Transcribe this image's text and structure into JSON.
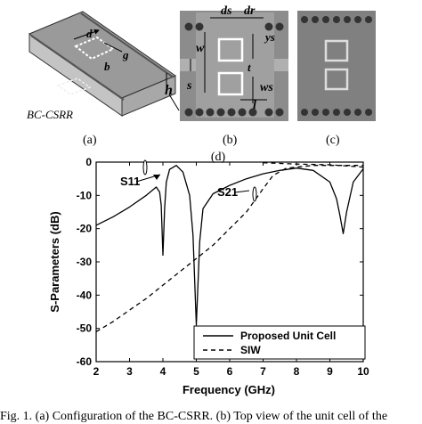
{
  "figure": {
    "panel_a_label": "BC-CSRR",
    "dims_a": {
      "d": "d",
      "g": "g",
      "b": "b",
      "h": "h"
    },
    "dims_b": {
      "ds": "ds",
      "dr": "dr",
      "w": "w",
      "ys": "ys",
      "s": "s",
      "t": "t",
      "ws": "ws",
      "l": "l"
    },
    "subcaptions": [
      "(a)",
      "(b)",
      "(c)",
      "(d)"
    ],
    "caption": "Fig. 1. (a) Configuration of the BC-CSRR. (b) Top view of the unit cell of the"
  },
  "chart_data": {
    "type": "line",
    "xlabel": "Frequency (GHz)",
    "ylabel": "S-Parameters (dB)",
    "xlim": [
      2,
      10
    ],
    "ylim": [
      -60,
      0
    ],
    "xticks": [
      "2",
      "3",
      "4",
      "5",
      "6",
      "7",
      "8",
      "9",
      "10"
    ],
    "yticks": [
      "0",
      "-10",
      "-20",
      "-30",
      "-40",
      "-50",
      "-60"
    ],
    "grid": false,
    "legend_position": "bottom-right",
    "annotations": [
      "S11",
      "S21"
    ],
    "series": [
      {
        "name": "Proposed Unit Cell",
        "style": "solid",
        "points": [
          [
            2,
            -19
          ],
          [
            2.5,
            -16.5
          ],
          [
            3,
            -13.5
          ],
          [
            3.5,
            -10
          ],
          [
            3.8,
            -7.5
          ],
          [
            3.9,
            -9
          ],
          [
            3.95,
            -13
          ],
          [
            4.0,
            -28
          ],
          [
            4.05,
            -14
          ],
          [
            4.1,
            -6
          ],
          [
            4.2,
            -2.2
          ],
          [
            4.4,
            -1
          ],
          [
            4.6,
            -3
          ],
          [
            4.8,
            -10
          ],
          [
            4.9,
            -22
          ],
          [
            5.0,
            -49
          ],
          [
            5.1,
            -24
          ],
          [
            5.2,
            -14
          ],
          [
            5.5,
            -9.5
          ],
          [
            6,
            -7
          ],
          [
            6.5,
            -5
          ],
          [
            7,
            -3.5
          ],
          [
            7.5,
            -2.5
          ],
          [
            8,
            -1.8
          ],
          [
            8.5,
            -2.5
          ],
          [
            9,
            -6
          ],
          [
            9.2,
            -11
          ],
          [
            9.3,
            -16
          ],
          [
            9.4,
            -21.5
          ],
          [
            9.5,
            -15
          ],
          [
            9.7,
            -6
          ],
          [
            10,
            -2
          ]
        ]
      },
      {
        "name": "SIW",
        "style": "dashed",
        "points": [
          [
            2,
            -51
          ],
          [
            2.5,
            -48
          ],
          [
            3,
            -44.5
          ],
          [
            3.5,
            -41
          ],
          [
            4,
            -37
          ],
          [
            4.5,
            -33
          ],
          [
            5,
            -29
          ],
          [
            5.5,
            -25
          ],
          [
            6,
            -20
          ],
          [
            6.5,
            -15
          ],
          [
            7,
            -8
          ],
          [
            7.3,
            -4
          ],
          [
            7.7,
            -1.8
          ],
          [
            8.5,
            -1
          ],
          [
            10,
            -1
          ]
        ]
      },
      {
        "name": "",
        "style": "dashed",
        "points": [
          [
            7,
            -0.2
          ],
          [
            8,
            -0.6
          ],
          [
            9,
            -0.8
          ],
          [
            10,
            -1.5
          ]
        ]
      }
    ]
  }
}
